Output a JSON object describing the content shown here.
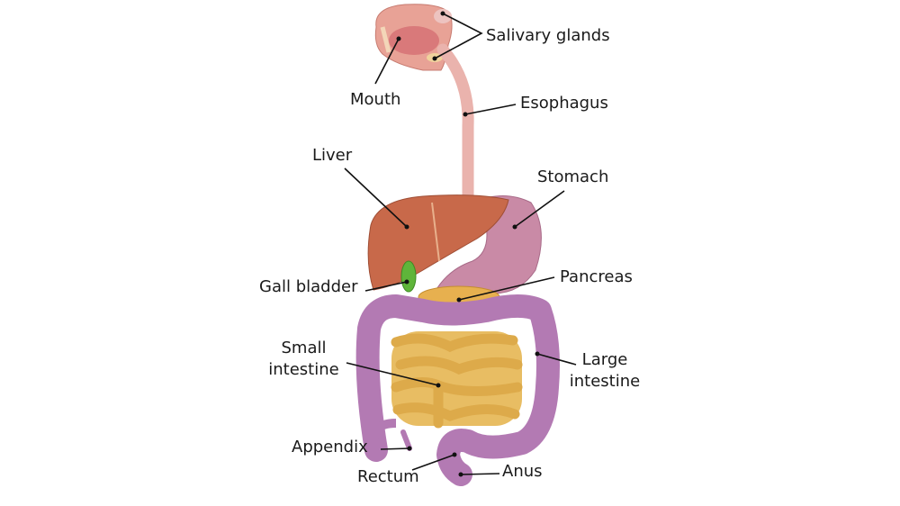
{
  "labels": {
    "salivary_glands": "Salivary glands",
    "mouth": "Mouth",
    "esophagus": "Esophagus",
    "liver": "Liver",
    "stomach": "Stomach",
    "gall_bladder": "Gall bladder",
    "pancreas": "Pancreas",
    "small_intestine_1": "Small",
    "small_intestine_2": "intestine",
    "large_intestine_1": "Large",
    "large_intestine_2": "intestine",
    "appendix": "Appendix",
    "rectum": "Rectum",
    "anus": "Anus"
  },
  "colors": {
    "head": "#e8a296",
    "esophagus": "#eab3ad",
    "liver": "#c8694a",
    "stomach": "#c98aa6",
    "gall_bladder": "#5fb53a",
    "pancreas": "#e7b04f",
    "large_intestine": "#b37ab3",
    "small_intestine": "#ddaa4a",
    "leader_line": "#111111"
  }
}
